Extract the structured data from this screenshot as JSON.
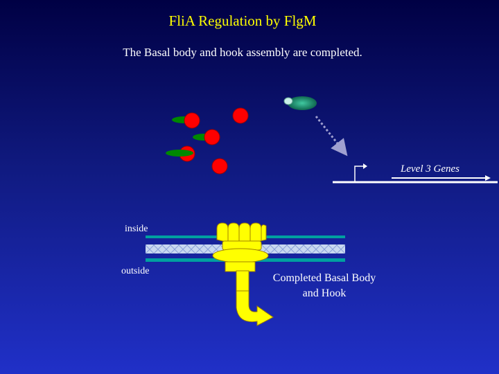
{
  "title": "FliA Regulation by FlgM",
  "subtitle": "The Basal body and hook assembly are completed.",
  "labels": {
    "gene_label": "Level 3 Genes",
    "inside": "inside",
    "outside": "outside",
    "basal_body_line1": "Completed Basal Body",
    "basal_body_line2": "and Hook"
  },
  "colors": {
    "title": "#ffff00",
    "text": "#ffffff",
    "flgm": "#ff0000",
    "flia": "#008800",
    "rnap": "#20a080",
    "membrane": "#00a0a0",
    "basal_body": "#ffff00"
  }
}
